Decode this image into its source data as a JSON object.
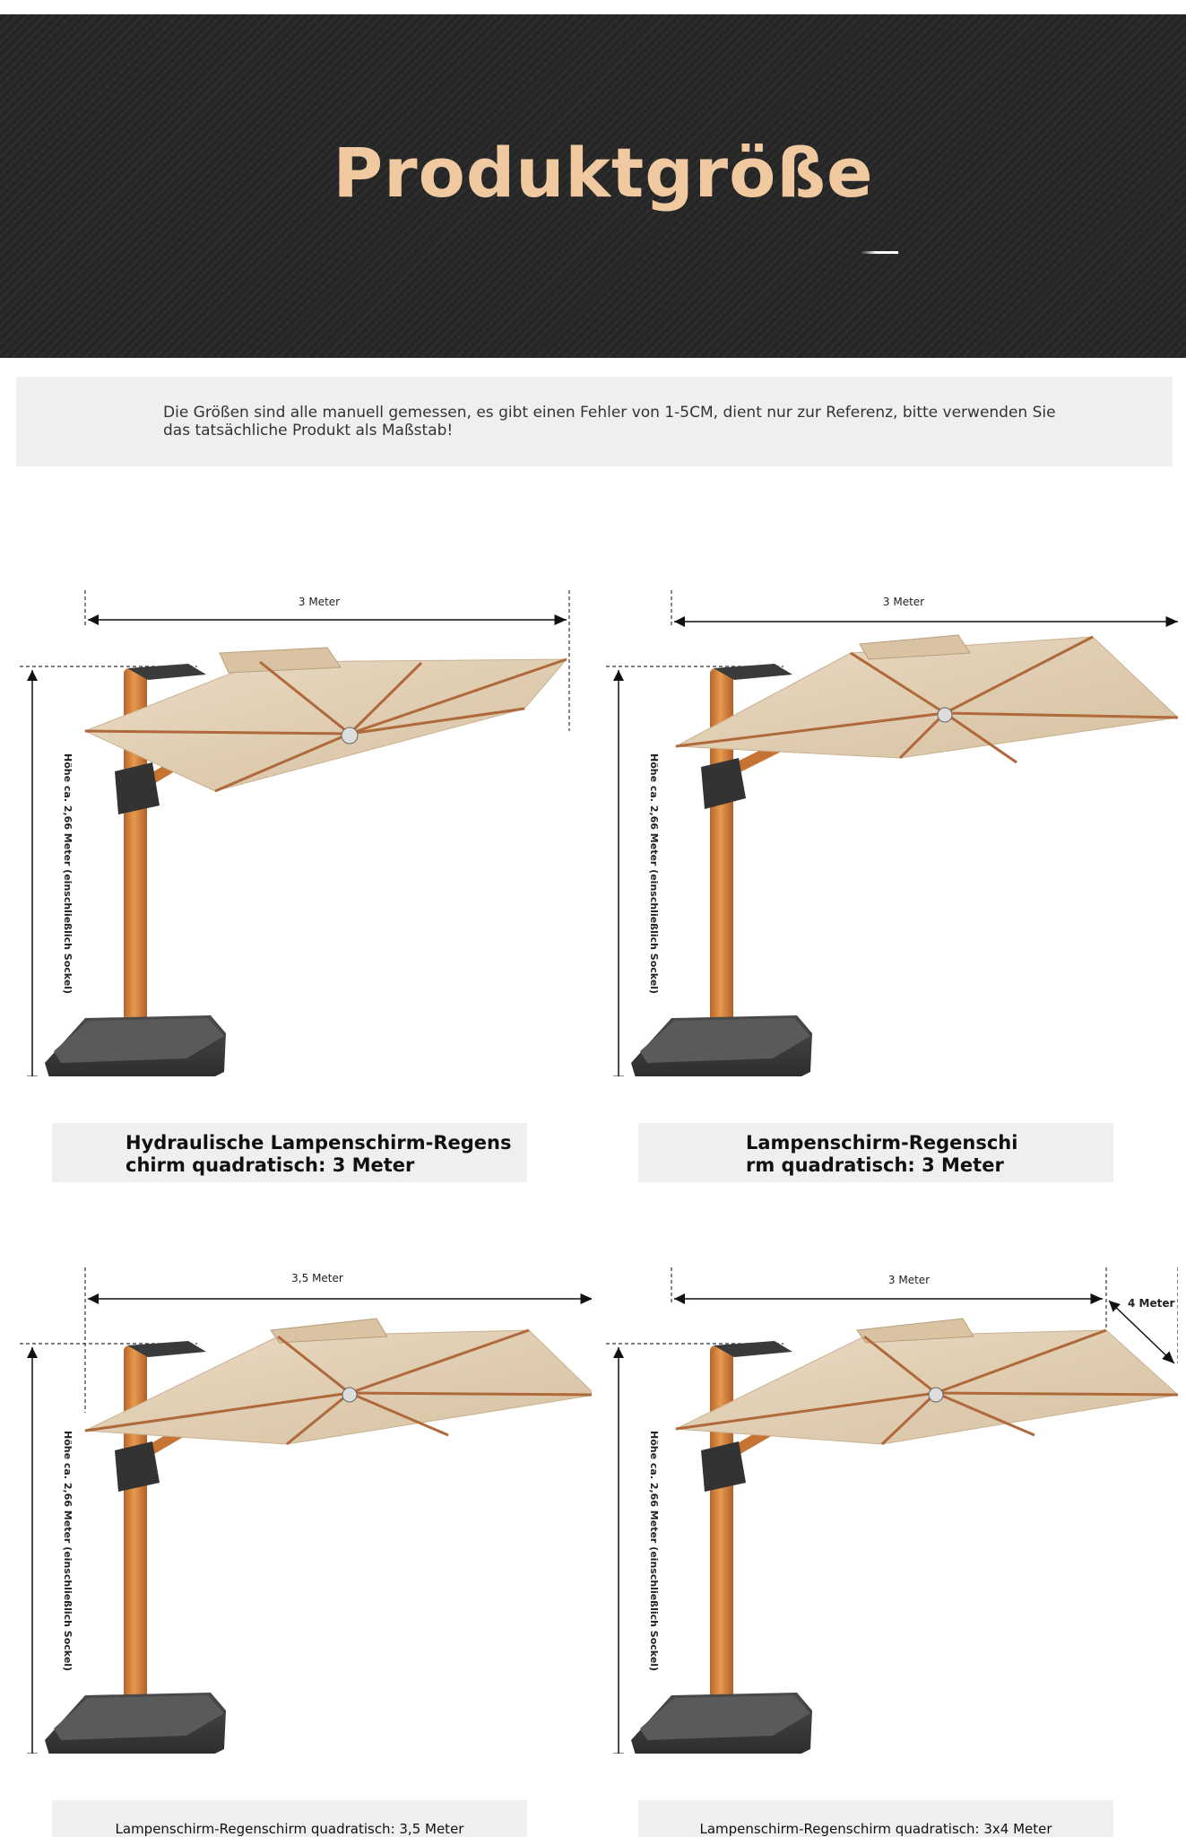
{
  "hero": {
    "title": "Produktgröße"
  },
  "notice": {
    "text": "Die Größen sind alle manuell gemessen, es gibt einen Fehler von 1-5CM, dient nur zur Referenz, bitte verwenden Sie das tatsächliche Produkt als Maßstab!"
  },
  "products": [
    {
      "width_label": "3 Meter",
      "height_label": "Höhe ca. 2,66 Meter (einschließlich Sockel)",
      "caption": "Hydraulische Lampenschirm-Regenschirm quadratisch: 3 Meter"
    },
    {
      "width_label": "3 Meter",
      "height_label": "Höhe ca. 2,66 Meter (einschließlich Sockel)",
      "caption": "Lampenschirm-Regenschirm quadratisch: 3 Meter"
    },
    {
      "width_label": "3,5 Meter",
      "height_label": "Höhe ca. 2,66 Meter (einschließlich Sockel)",
      "caption": "Lampenschirm-Regenschirm quadratisch: 3,5 Meter"
    },
    {
      "width_label": "3 Meter",
      "depth_label": "4 Meter",
      "height_label": "Höhe ca. 2,66 Meter (einschließlich Sockel)",
      "caption": "Lampenschirm-Regenschirm quadratisch: 3x4 Meter"
    }
  ],
  "colors": {
    "hero_bg": "#262626",
    "title": "#f0c9a0",
    "canopy": "#e2cfb3",
    "pole": "#d8843a",
    "base": "#3a3a3a"
  }
}
